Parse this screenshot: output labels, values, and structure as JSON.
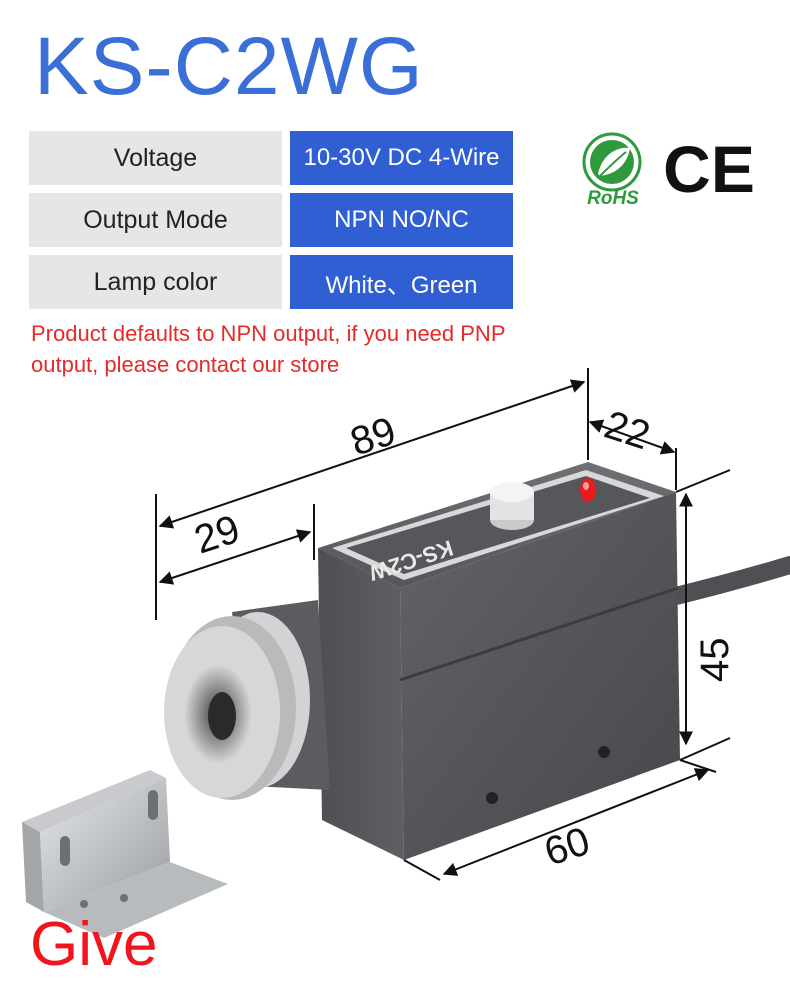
{
  "title": "KS-C2WG",
  "specs": [
    {
      "label": "Voltage",
      "value": "10-30V DC 4-Wire"
    },
    {
      "label": "Output Mode",
      "value": "NPN NO/NC"
    },
    {
      "label": "Lamp color",
      "value": "White、Green"
    }
  ],
  "note": "Product defaults to NPN output, if you need PNP output, please contact our store",
  "certs": {
    "rohs": "RoHS",
    "ce": "CE"
  },
  "dimensions": {
    "length": "89",
    "width": "22",
    "lens": "29",
    "height": "45",
    "base": "60"
  },
  "sensor_label": "KS-C2W",
  "give_text": "Give",
  "colors": {
    "title": "#3a6fd8",
    "value_bg": "#2f5fd3",
    "note": "#e52a2a",
    "give": "#f0141e",
    "rohs": "#2e9a3c",
    "body": "#5a5c5f"
  },
  "icons": [
    "rohs-leaf-icon",
    "ce-mark-icon"
  ]
}
